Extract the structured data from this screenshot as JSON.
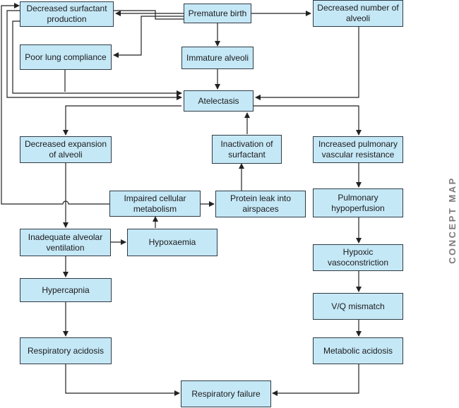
{
  "concept_map": {
    "side_label": "CONCEPT MAP",
    "nodes": {
      "premature_birth": "Premature birth",
      "decreased_surfactant": "Decreased surfactant production",
      "decreased_alveoli": "Decreased number of alveoli",
      "poor_compliance": "Poor lung compliance",
      "immature_alveoli": "Immature alveoli",
      "atelectasis": "Atelectasis",
      "decreased_expansion": "Decreased expansion of alveoli",
      "inactivation_surfactant": "Inactivation of surfactant",
      "increased_pvr": "Increased pulmonary vascular resistance",
      "impaired_metabolism": "Impaired cellular metabolism",
      "protein_leak": "Protein leak into airspaces",
      "pulmonary_hypoperfusion": "Pulmonary hypoperfusion",
      "inadequate_ventilation": "Inadequate alveolar ventilation",
      "hypoxaemia": "Hypoxaemia",
      "hypoxic_vasoconstriction": "Hypoxic vasoconstriction",
      "hypercapnia": "Hypercapnia",
      "vq_mismatch": "V/Q mismatch",
      "respiratory_acidosis": "Respiratory acidosis",
      "metabolic_acidosis": "Metabolic acidosis",
      "respiratory_failure": "Respiratory failure"
    },
    "colors": {
      "node_fill": "#c5e8f7",
      "line": "#222222"
    }
  }
}
